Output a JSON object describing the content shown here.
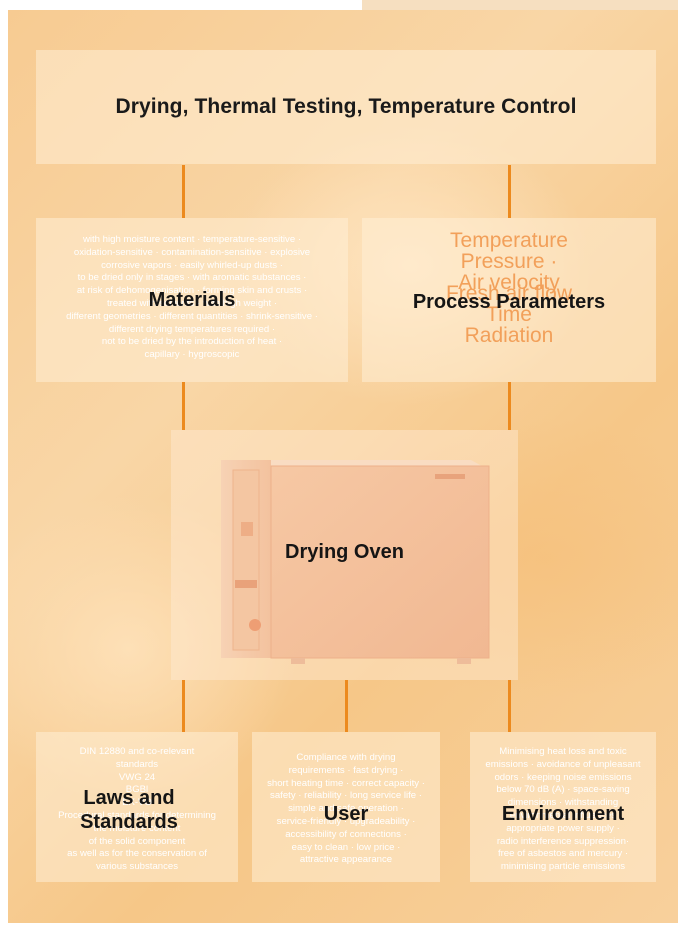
{
  "title": "Drying, Thermal Testing, Temperature Control",
  "materials": {
    "heading": "Materials",
    "lines": [
      "with high moisture content · temperature-sensitive ·",
      "oxidation-sensitive · contamination-sensitive · explosive",
      "corrosive vapors · easily whirled-up dusts ·",
      "to be dried only in stages · with aromatic substances ·",
      "at risk of dehomogenisation · forming skin and crusts ·",
      "treated with solvents · with high weight ·",
      "different geometries · different quantities · shrink-sensitive ·",
      "different drying temperatures required ·",
      "not to be dried by the introduction of heat ·",
      "capillary · hygroscopic"
    ]
  },
  "process": {
    "heading": "Process Parameters",
    "items": [
      "Temperature",
      "Pressure ·",
      "Air velocity",
      "Fresh air flow",
      "Time",
      "Radiation"
    ]
  },
  "oven": {
    "label": "Drying Oven"
  },
  "laws": {
    "heading": "Laws and Standards",
    "lines": [
      "DIN 12880 and co-relevant",
      "standards",
      "VWG 24",
      "BGBl",
      "EX-VO",
      "Procedural standards for determining",
      "the moisture content",
      "of the solid component",
      "as well as for the conservation of",
      "various substances"
    ]
  },
  "user": {
    "heading": "User",
    "lines": [
      "Compliance with drying",
      "requirements · fast drying ·",
      "short heating time · correct capacity ·",
      "safety · reliability · long service life ·",
      "simple and safe operation ·",
      "service-friendly · upgradeability ·",
      "accessibility of connections ·",
      "easy to clean · low price ·",
      "attractive appearance"
    ]
  },
  "environment": {
    "heading": "Environment",
    "lines": [
      "Minimising heat loss and toxic",
      "emissions · avoidance of unpleasant",
      "odors · keeping noise emissions",
      "below 70 dB (A) · space-saving",
      "dimensions · withstanding",
      "environmental influences",
      "appropriate power supply ·",
      "radio interference suppression·",
      "free of asbestos and mercury ·",
      "minimising particle emissions"
    ]
  }
}
